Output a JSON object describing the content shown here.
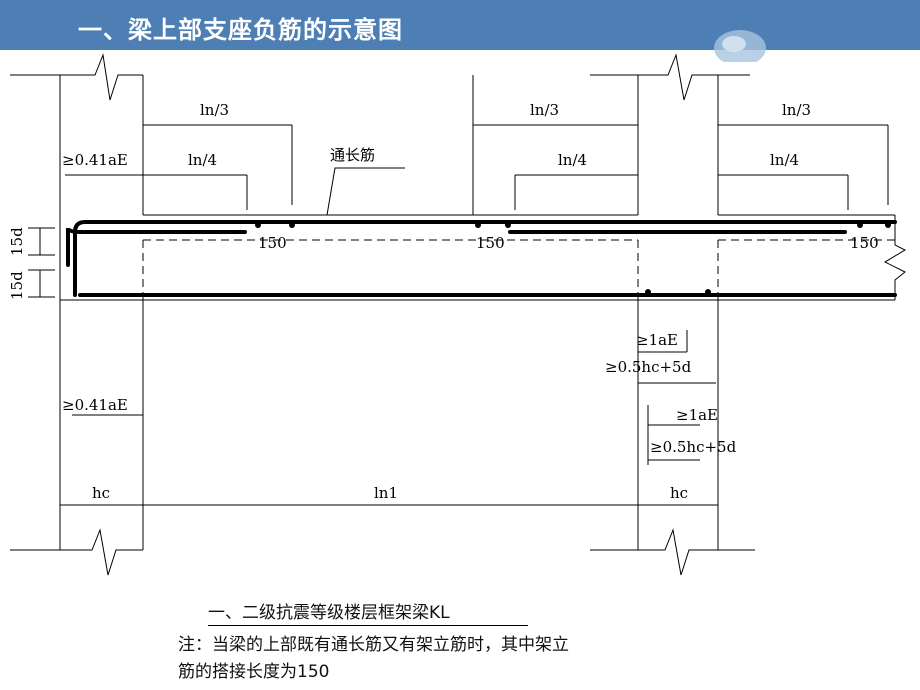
{
  "header": {
    "title": "一、梁上部支座负筋的示意图"
  },
  "diagram": {
    "labels": {
      "ln3_left": "ln/3",
      "ln4_left": "ln/4",
      "ln3_mid": "ln/3",
      "ln4_mid": "ln/4",
      "ln3_right": "ln/3",
      "ln4_right": "ln/4",
      "la_top_left": "≥0.41aE",
      "la_bottom_left": "≥0.41aE",
      "through_bar": "通长筋",
      "lap_left": "150",
      "lap_mid": "150",
      "lap_right": "150",
      "d15_top": "15d",
      "d15_bottom": "15d",
      "lae_1": "≥1aE",
      "hc5d_1": "≥0.5hc+5d",
      "lae_2": "≥1aE",
      "hc5d_2": "≥0.5hc+5d",
      "hc_left": "hc",
      "ln1": "ln1",
      "hc_right": "hc"
    }
  },
  "caption": {
    "title": "一、二级抗震等级楼层框架梁KL",
    "note_line1": "注：当梁的上部既有通长筋又有架立筋时，其中架立",
    "note_line2": "筋的搭接长度为150"
  }
}
